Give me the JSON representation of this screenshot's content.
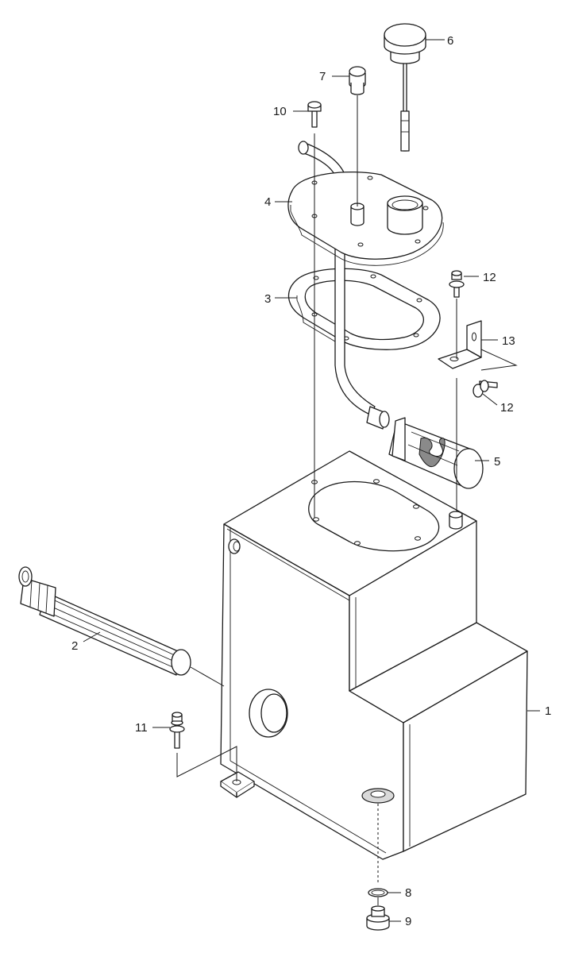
{
  "figure": {
    "callouts": [
      {
        "id": "c1",
        "label": "1"
      },
      {
        "id": "c2",
        "label": "2"
      },
      {
        "id": "c3",
        "label": "3"
      },
      {
        "id": "c4",
        "label": "4"
      },
      {
        "id": "c5",
        "label": "5"
      },
      {
        "id": "c6",
        "label": "6"
      },
      {
        "id": "c7",
        "label": "7"
      },
      {
        "id": "c8",
        "label": "8"
      },
      {
        "id": "c9",
        "label": "9"
      },
      {
        "id": "c10",
        "label": "10"
      },
      {
        "id": "c11",
        "label": "11"
      },
      {
        "id": "c12a",
        "label": "12"
      },
      {
        "id": "c12b",
        "label": "12"
      },
      {
        "id": "c13",
        "label": "13"
      }
    ]
  }
}
